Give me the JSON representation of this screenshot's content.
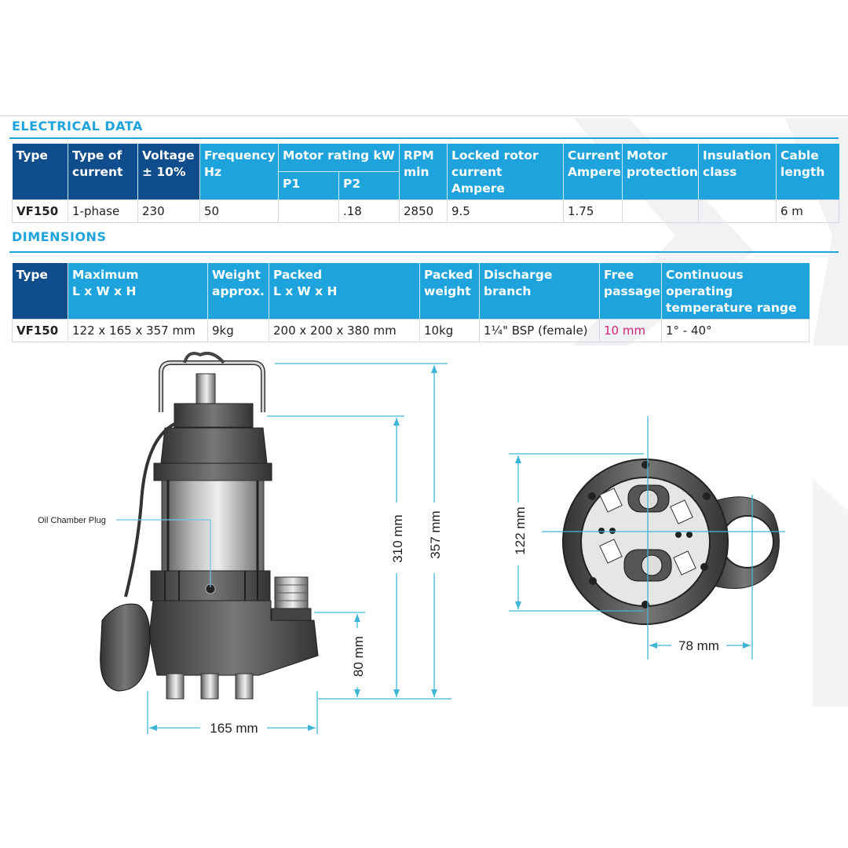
{
  "sections": {
    "electrical_title": "ELECTRICAL DATA",
    "dimensions_title": "DIMENSIONS"
  },
  "electrical": {
    "headers": {
      "type": "Type",
      "type_of_current_1": "Type of",
      "type_of_current_2": "current",
      "voltage_1": "Voltage",
      "voltage_2": "± 10%",
      "frequency_1": "Frequency",
      "frequency_2": "Hz",
      "motor_rating": "Motor rating kW",
      "p1": "P1",
      "p2": "P2",
      "rpm_1": "RPM",
      "rpm_2": "min",
      "locked_1": "Locked rotor",
      "locked_2": "current Ampere",
      "current_1": "Current",
      "current_2": "Ampere",
      "motor_prot_1": "Motor",
      "motor_prot_2": "protection",
      "insulation_1": "Insulation",
      "insulation_2": "class",
      "cable_1": "Cable",
      "cable_2": "length"
    },
    "row": {
      "type": "VF150",
      "type_of_current": "1-phase",
      "voltage": "230",
      "frequency": "50",
      "p1": "",
      "p2": ".18",
      "rpm": "2850",
      "locked_rotor": "9.5",
      "current": "1.75",
      "motor_protection": "",
      "insulation": "",
      "cable_length": "6 m"
    }
  },
  "dimensions": {
    "headers": {
      "type": "Type",
      "max_1": "Maximum",
      "max_2": "L x W x H",
      "weight_1": "Weight",
      "weight_2": "approx.",
      "packed_1": "Packed",
      "packed_2": "L x W x H",
      "packed_weight_1": "Packed",
      "packed_weight_2": "weight",
      "discharge_1": "Discharge",
      "discharge_2": "branch",
      "free_1": "Free",
      "free_2": "passage",
      "temp_1": "Continuous operating",
      "temp_2": "temperature range"
    },
    "row": {
      "type": "VF150",
      "maximum": "122 x 165 x 357 mm",
      "weight": "9kg",
      "packed": "200 x 200 x 380 mm",
      "packed_weight": "10kg",
      "discharge": "1¼\" BSP (female)",
      "free_passage": "10 mm",
      "temp_range": "1° - 40°"
    }
  },
  "drawing": {
    "oil_chamber_label": "Oil Chamber Plug",
    "dim_310": "310 mm",
    "dim_357": "357 mm",
    "dim_80": "80 mm",
    "dim_165": "165 mm",
    "dim_122": "122 mm",
    "dim_78": "78 mm"
  },
  "colors": {
    "header_blue": "#1fa3dc",
    "header_dark": "#104d8c",
    "accent_pink": "#d3237e",
    "dimension_line": "#3fb6d8"
  }
}
